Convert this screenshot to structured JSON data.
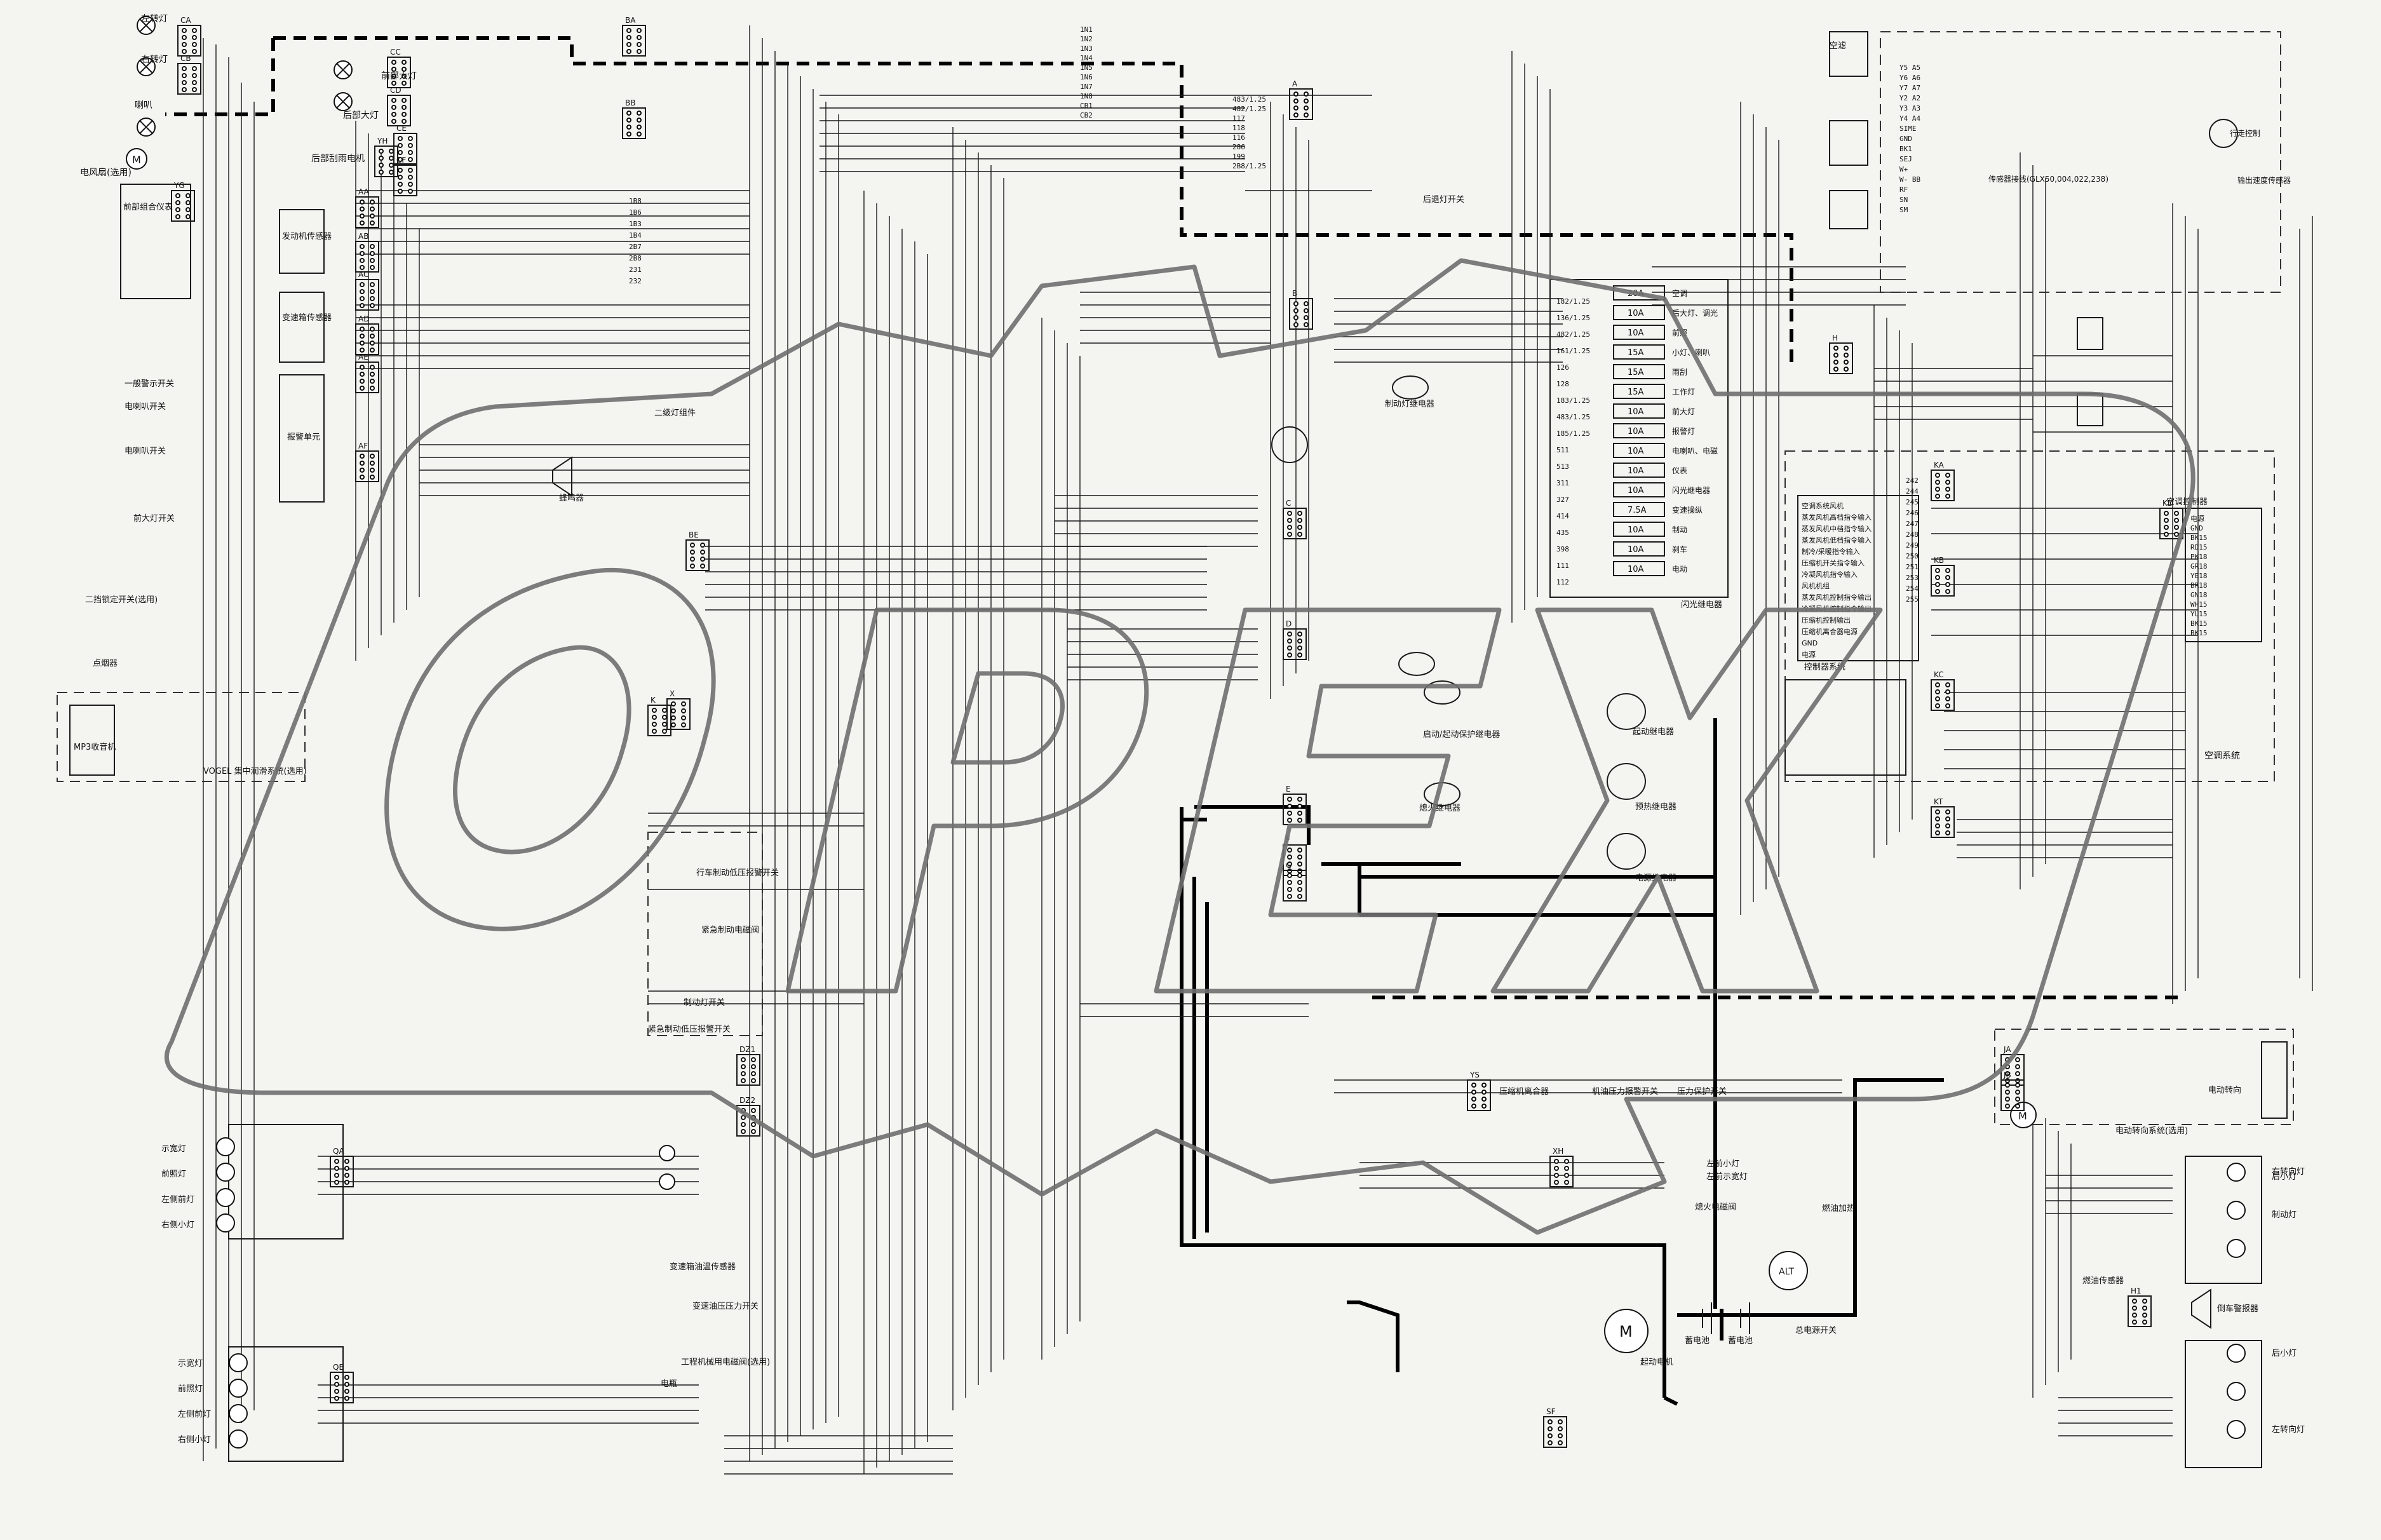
{
  "components": {
    "left_turn_light": "左转灯",
    "right_turn_light": "右转灯",
    "horn": "喇叭",
    "wiper_motor": "电风扇(选用)",
    "front_work_light": "前部大灯",
    "rear_work_light": "后部大灯",
    "rear_wiper_motor": "后部刮雨电机",
    "front_panel": "前部组合仪表",
    "engine_sensor": "发动机传感器",
    "transmission_sensor": "变速箱传感器",
    "alarm": "报警单元",
    "hazard_switch": "一般警示开关",
    "wiper_switch": "电喇叭开关",
    "wiper_switch2": "电喇叭开关",
    "light_switch": "前大灯开关",
    "relay_sw": "二级灯组件",
    "buzzer": "蜂鸣器",
    "brake_lock": "二挡锁定开关(选用)",
    "cigar": "点烟器",
    "radio": "MP3收音机",
    "speaker_note": "VOGEL 集中润滑系统(选用)",
    "brake_relay": "制动灯继电器",
    "fuse_box_title": "保险盒",
    "start_relay": "起动继电器",
    "preheat_relay": "预热继电器",
    "power_relay": "电源继电器",
    "flasher": "闪光继电器",
    "aux_relay": "启动/起动保护继电器",
    "shutoff_relay": "熄火继电器",
    "ac_panel": "空调系统",
    "ac_controller": "空调控制器",
    "ecu_title": "控制器系统",
    "start_motor": "起动电机",
    "alternator": "ALT",
    "battery": "蓄电池",
    "battery2": "蓄电池",
    "main_switch": "总电源开关",
    "fuel_sensor": "燃油传感器",
    "reverse_alarm": "倒车警报器",
    "rear_left_light": "后小灯",
    "rear_right_light": "后小灯",
    "brake_light": "制动灯",
    "right_turn_rear": "右转向灯",
    "left_turn_rear": "左转向灯",
    "electric_pump": "电动转向系统(选用)",
    "parking_brake": "行车制动低压报警开关",
    "emergency_valve": "紧急制动电磁阀",
    "brake_switch": "制动灯开关",
    "emergency_low": "紧急制动低压报警开关",
    "trans_temp": "变速箱油温传感器",
    "trans_pressure": "变速油压压力开关",
    "axle_lock": "工程机械用电磁阀(选用)",
    "compressor": "压缩机离合器",
    "ac_pressure": "机油压力报警开关",
    "ac_pressure2": "压力保护开关",
    "mode_switch": "后退灯开关",
    "air_filter": "空滤",
    "front_lights_group": [
      "示宽灯",
      "前照灯",
      "左侧前灯",
      "右侧小灯"
    ],
    "rear_lights_group": [
      "示宽灯",
      "前照灯",
      "左侧前灯",
      "右侧小灯"
    ],
    "stop_solenoid": "熄火电磁阀",
    "flame": "燃油加热",
    "power_relay2": "电动转向"
  },
  "fuses": [
    {
      "rating": "20A",
      "circuit": "空调"
    },
    {
      "rating": "10A",
      "circuit": "后大灯、调光"
    },
    {
      "rating": "10A",
      "circuit": "前照"
    },
    {
      "rating": "15A",
      "circuit": "小灯、喇叭"
    },
    {
      "rating": "15A",
      "circuit": "雨刮"
    },
    {
      "rating": "15A",
      "circuit": "工作灯"
    },
    {
      "rating": "10A",
      "circuit": "前大灯"
    },
    {
      "rating": "10A",
      "circuit": "报警灯"
    },
    {
      "rating": "10A",
      "circuit": "电喇叭、电磁"
    },
    {
      "rating": "10A",
      "circuit": "仪表"
    },
    {
      "rating": "10A",
      "circuit": "闪光继电器"
    },
    {
      "rating": "7.5A",
      "circuit": "变速操纵"
    },
    {
      "rating": "10A",
      "circuit": "制动"
    },
    {
      "rating": "10A",
      "circuit": "刹车"
    },
    {
      "rating": "10A",
      "circuit": "电动"
    }
  ],
  "fuse_wire_labels": [
    "182/1.25",
    "136/1.25",
    "482/1.25",
    "161/1.25",
    "126",
    "128",
    "183/1.25",
    "483/1.25",
    "185/1.25",
    "511",
    "513",
    "311",
    "327",
    "414",
    "435",
    "398",
    "111",
    "112"
  ],
  "connectors": [
    "CA",
    "CB",
    "CC",
    "CD",
    "CE",
    "CF",
    "YH",
    "YG",
    "AA",
    "AB",
    "AC",
    "AD",
    "AE",
    "AF",
    "BA",
    "BB",
    "BE",
    "A",
    "B",
    "C",
    "D",
    "E",
    "F",
    "G",
    "H",
    "K",
    "X",
    "KA",
    "KB",
    "KC",
    "KD",
    "KT",
    "JA",
    "JB",
    "DZ1",
    "DZ2",
    "QA",
    "QB",
    "XH",
    "SF",
    "YS",
    "H1"
  ],
  "wire_codes": {
    "left_block": [
      "1B8",
      "1B6",
      "1B3",
      "1B4",
      "2B7",
      "2B8",
      "231",
      "232"
    ],
    "mid_block": [
      "1N1",
      "1N2",
      "1N3",
      "1N4",
      "1N5",
      "1N6",
      "1N7",
      "1N8",
      "CB1",
      "CB2"
    ],
    "center_block": [
      "483/1.25",
      "482/1.25",
      "117",
      "118",
      "116",
      "286",
      "199",
      "2B8/1.25"
    ],
    "right_block": [
      "242",
      "244",
      "245",
      "246",
      "247",
      "248",
      "249",
      "250",
      "251",
      "253",
      "254",
      "255"
    ]
  },
  "ac_signals": [
    "空调系统风机",
    "蒸发风机高档指令输入",
    "蒸发风机中档指令输入",
    "蒸发风机低档指令输入",
    "制冷/采暖指令输入",
    "压缩机开关指令输入",
    "冷凝风机指令输入",
    "风机机组",
    "蒸发风机控制指令输出",
    "冷凝风机控制指令输出",
    "压缩机控制输出",
    "压缩机离合器电源",
    "GND",
    "电源"
  ],
  "ac_ctrl_signals": [
    "电源",
    "GND",
    "BK15",
    "RD15",
    "PK18",
    "GR18",
    "YE18",
    "BR18",
    "GN18",
    "WH15",
    "YL15",
    "BK15",
    "BK15"
  ],
  "ecu_codes": [
    "Y5 A5",
    "Y6 A6",
    "Y7 A7",
    "Y2 A2",
    "Y3 A3",
    "Y4 A4",
    "SIME",
    "GND",
    "BK1",
    "SEJ",
    "W+",
    "W- BB",
    "RF",
    "SN",
    "SM"
  ],
  "ecu_note": "传感器接线(GLX50,004,022,238)",
  "ecu_right_notes": [
    "行走控制",
    "输出速度传感器"
  ],
  "bottom_misc": [
    "左前小灯",
    "左前示宽灯",
    "电瓶"
  ]
}
